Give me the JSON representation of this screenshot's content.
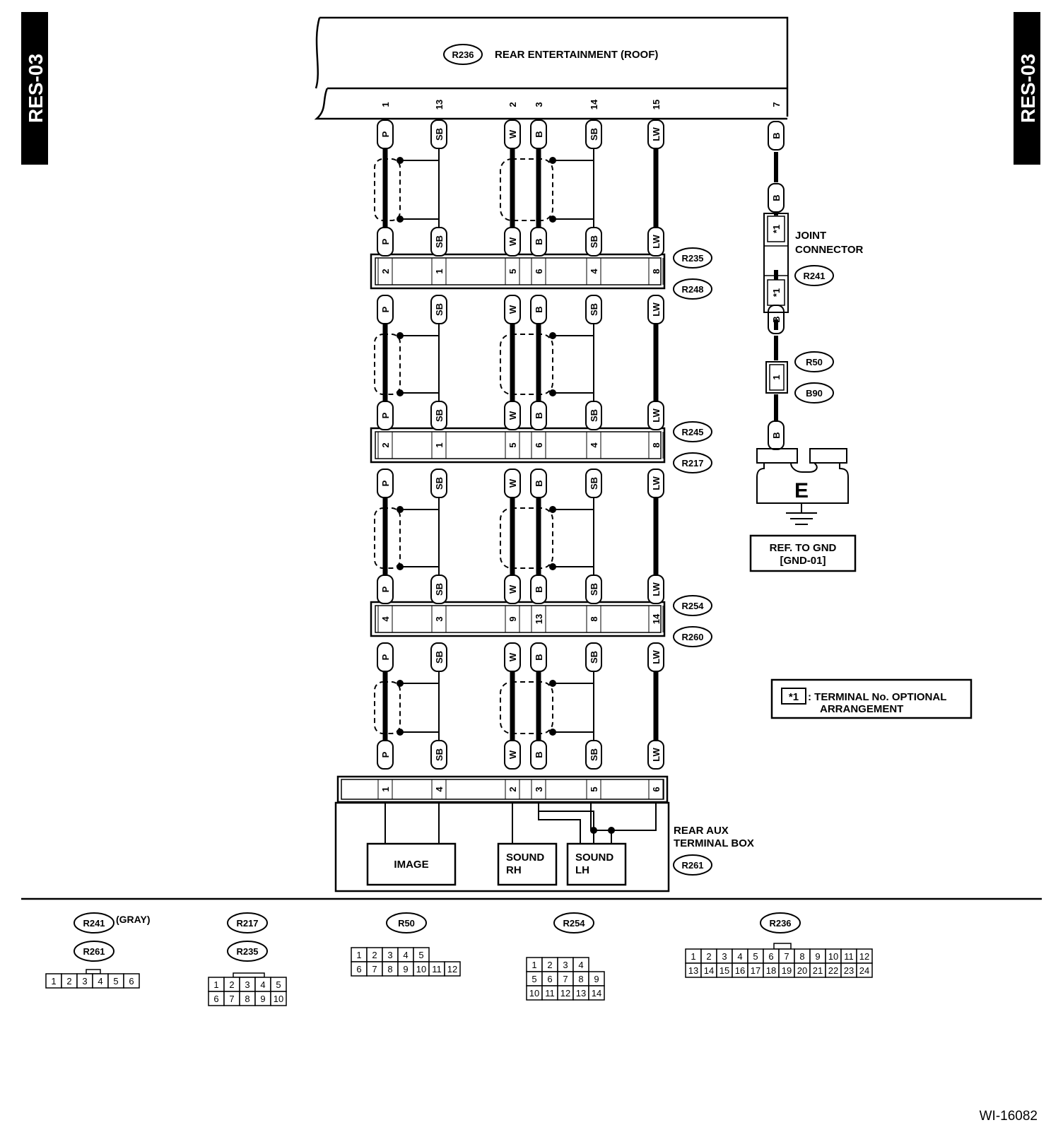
{
  "page": {
    "tab_left": "RES-03",
    "tab_right": "RES-03",
    "figure_id": "WI-16082"
  },
  "labels": {
    "roof_unit": "REAR ENTERTAINMENT (ROOF)",
    "joint_connector_1": "JOINT",
    "joint_connector_2": "CONNECTOR",
    "ground": "E",
    "ref_gnd_1": "REF. TO GND",
    "ref_gnd_2": "[GND-01]",
    "note_mark": "*1",
    "note_1": ": TERMINAL No. OPTIONAL",
    "note_2": "ARRANGEMENT",
    "aux_box_1": "REAR AUX",
    "aux_box_2": "TERMINAL BOX",
    "image": "IMAGE",
    "sound_rh_1": "SOUND",
    "sound_rh_2": "RH",
    "sound_lh_1": "SOUND",
    "sound_lh_2": "LH",
    "gray": "(GRAY)",
    "joint_pin": "*1",
    "r50_pin": "1"
  },
  "connectors": {
    "R236": "R236",
    "R235": "R235",
    "R248": "R248",
    "R245": "R245",
    "R217": "R217",
    "R254": "R254",
    "R260": "R260",
    "R261": "R261",
    "R241": "R241",
    "R50": "R50",
    "B90": "B90"
  },
  "wires": [
    "P",
    "SB",
    "W",
    "B",
    "SB",
    "LW"
  ],
  "ground_wire": "B",
  "pin_rows": {
    "roof": [
      "1",
      "13",
      "2",
      "3",
      "14",
      "15"
    ],
    "roof_ground": "7",
    "r235_r248": [
      "2",
      "1",
      "5",
      "6",
      "4",
      "8"
    ],
    "r245_r217": [
      "2",
      "1",
      "5",
      "6",
      "4",
      "8"
    ],
    "r254_r260": [
      "4",
      "3",
      "9",
      "13",
      "8",
      "14"
    ],
    "aux": [
      "1",
      "4",
      "2",
      "3",
      "5",
      "6"
    ]
  },
  "connector_faces": {
    "r241_r261": [
      "1",
      "2",
      "3",
      "4",
      "5",
      "6"
    ],
    "r217_r235_top": [
      "1",
      "2",
      "3",
      "4",
      "5"
    ],
    "r217_r235_bottom": [
      "6",
      "7",
      "8",
      "9",
      "10"
    ],
    "r50_top": [
      "1",
      "2",
      "3",
      "4",
      "5"
    ],
    "r50_bottom": [
      "6",
      "7",
      "8",
      "9",
      "10",
      "11",
      "12"
    ],
    "r254_top": [
      "1",
      "2",
      "3",
      "4"
    ],
    "r254_mid": [
      "5",
      "6",
      "7",
      "8",
      "9"
    ],
    "r254_bottom": [
      "10",
      "11",
      "12",
      "13",
      "14"
    ],
    "r236_top": [
      "1",
      "2",
      "3",
      "4",
      "5",
      "6",
      "7",
      "8",
      "9",
      "10",
      "11",
      "12"
    ],
    "r236_bottom": [
      "13",
      "14",
      "15",
      "16",
      "17",
      "18",
      "19",
      "20",
      "21",
      "22",
      "23",
      "24"
    ]
  }
}
